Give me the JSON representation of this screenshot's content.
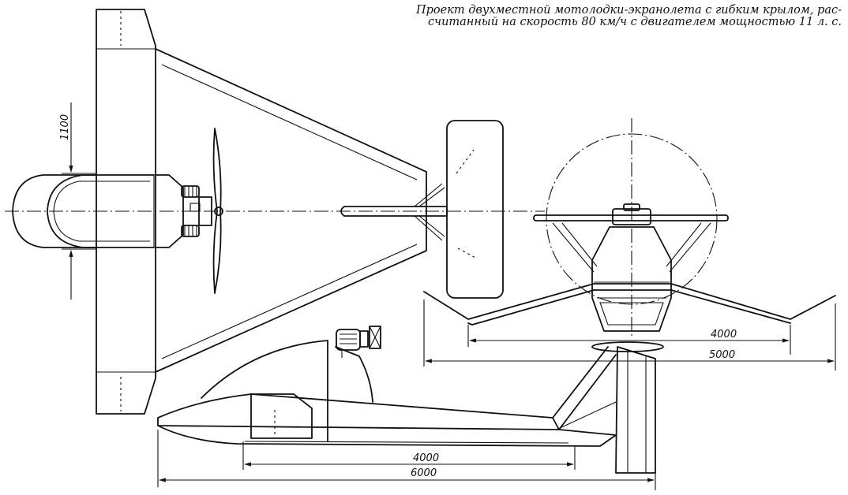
{
  "caption": {
    "line1": "Проект двухместной мотолодки-экранолета с гибким крылом, рас-",
    "line2": "считанный на скорость 80 км/ч с двигателем мощностью 11 л. с."
  },
  "dimensions": {
    "span_top": "1100",
    "front_width_inner": "4000",
    "front_width_outer": "5000",
    "side_length_inner": "4000",
    "side_length_outer": "6000"
  }
}
